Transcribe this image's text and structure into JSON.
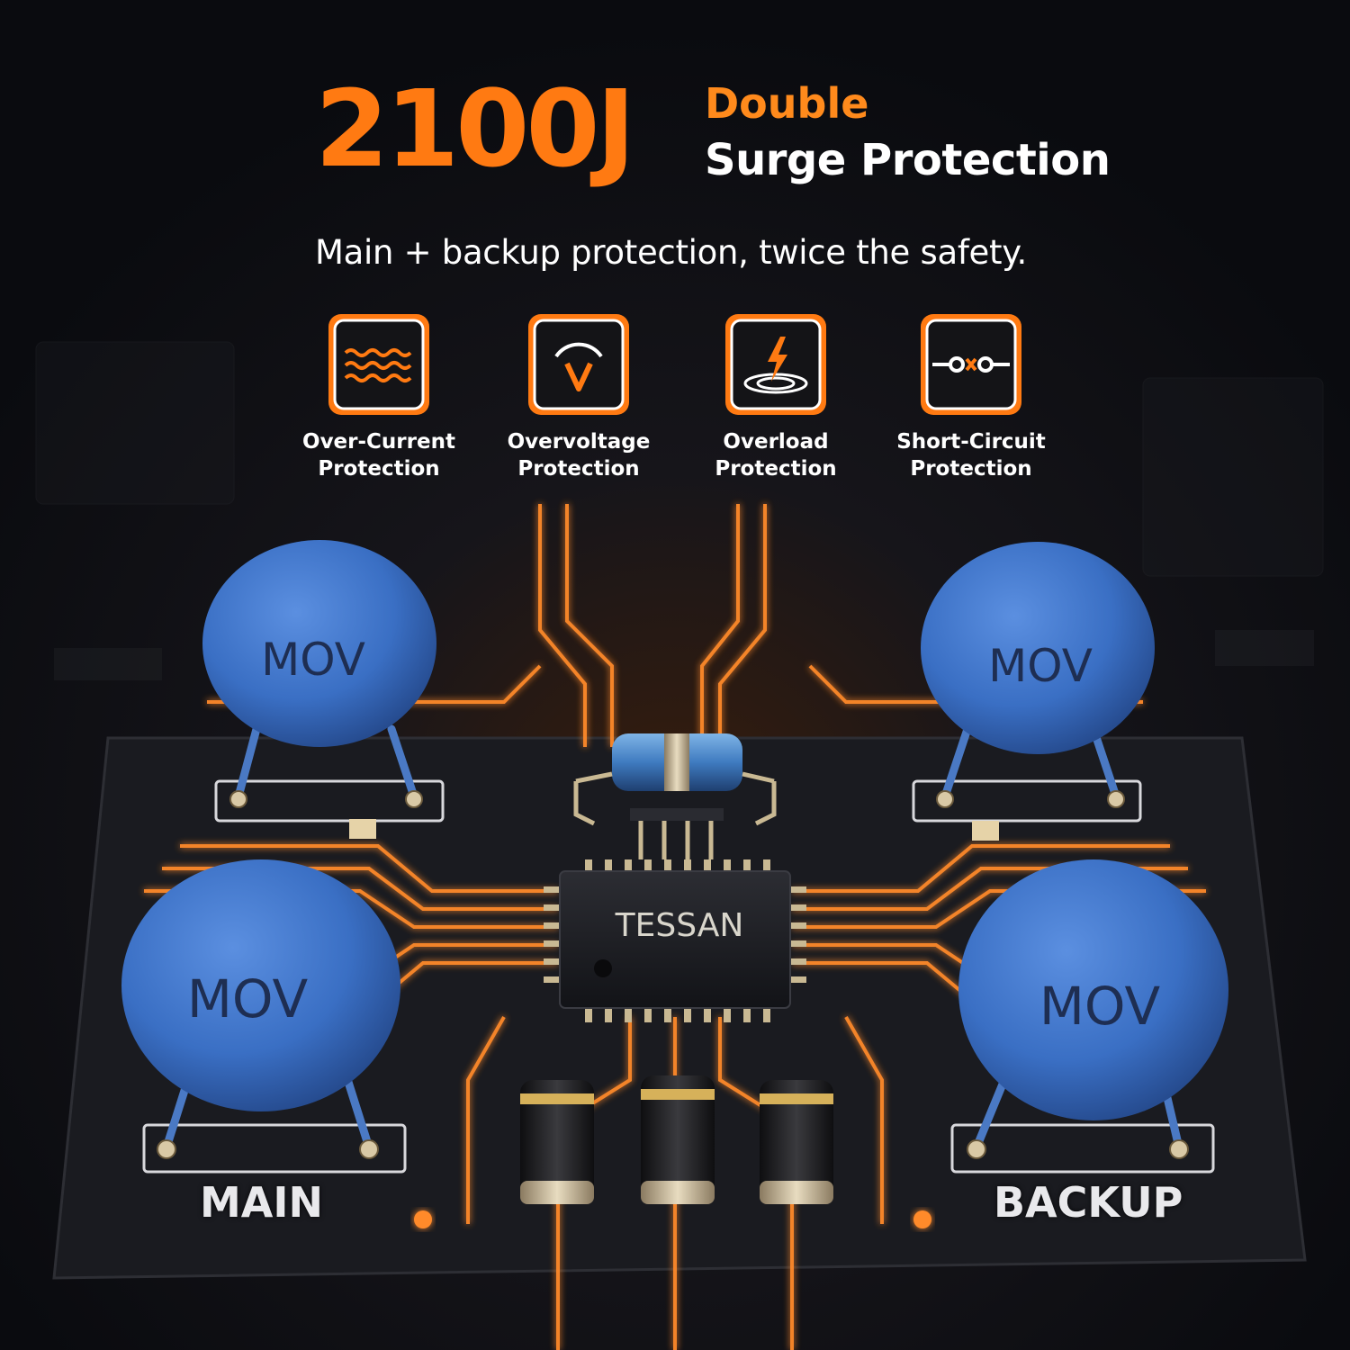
{
  "headline": {
    "value": "2100J",
    "line1": "Double",
    "line2": "Surge Protection"
  },
  "tagline": "Main + backup protection, twice the safety.",
  "features": [
    {
      "icon": "waves-icon",
      "line1": "Over-Current",
      "line2": "Protection"
    },
    {
      "icon": "voltmeter-icon",
      "line1": "Overvoltage",
      "line2": "Protection"
    },
    {
      "icon": "lightning-target-icon",
      "line1": "Overload",
      "line2": "Protection"
    },
    {
      "icon": "circuit-break-icon",
      "line1": "Short-Circuit",
      "line2": "Protection"
    }
  ],
  "board": {
    "chip_label": "TESSAN",
    "mov_label": "MOV",
    "main_label": "MAIN",
    "backup_label": "BACKUP"
  },
  "colors": {
    "accent": "#ff7a12",
    "mov_blue": "#3a6fc4",
    "board": "#1a1b20",
    "trace_glow": "#ff8a2a"
  }
}
